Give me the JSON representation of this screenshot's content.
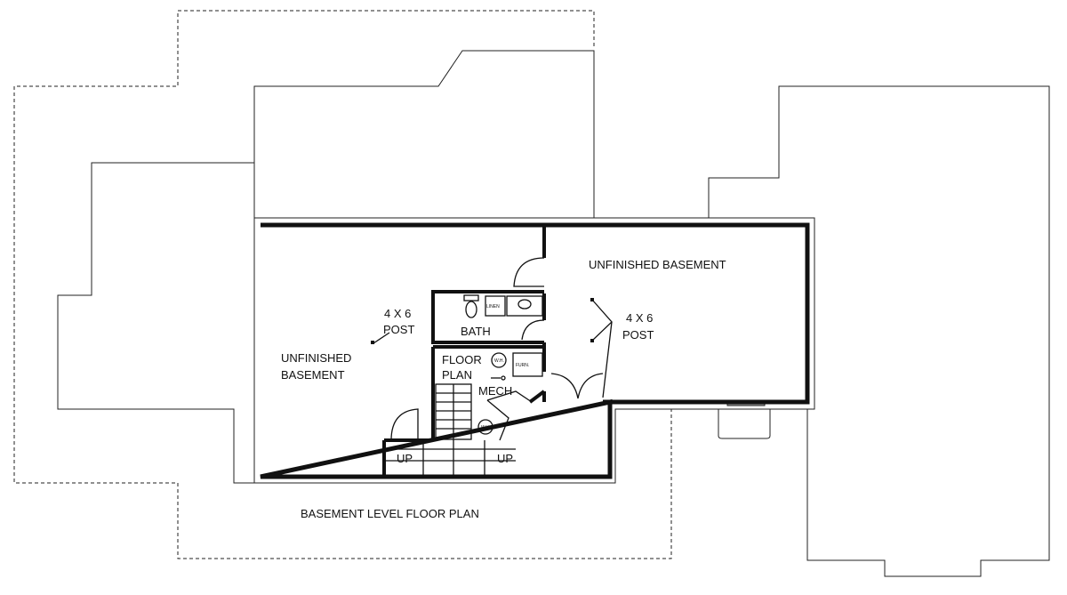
{
  "title": "BASEMENT LEVEL FLOOR PLAN",
  "rooms": {
    "unfinished_right": "UNFINISHED BASEMENT",
    "unfinished_left_1": "UNFINISHED",
    "unfinished_left_2": "BASEMENT",
    "bath": "BATH",
    "floor_plan_1": "FLOOR",
    "floor_plan_2": "PLAN",
    "mech": "MECH"
  },
  "posts": {
    "left_1": "4 X 6",
    "left_2": "POST",
    "right_1": "4 X 6",
    "right_2": "POST"
  },
  "stairs": {
    "up_left": "UP",
    "up_right": "UP"
  },
  "fixtures": {
    "linen": "LINEN",
    "furnace": "FURN.",
    "water_heater_1": "W.H.",
    "water_heater_2": "W.H."
  }
}
